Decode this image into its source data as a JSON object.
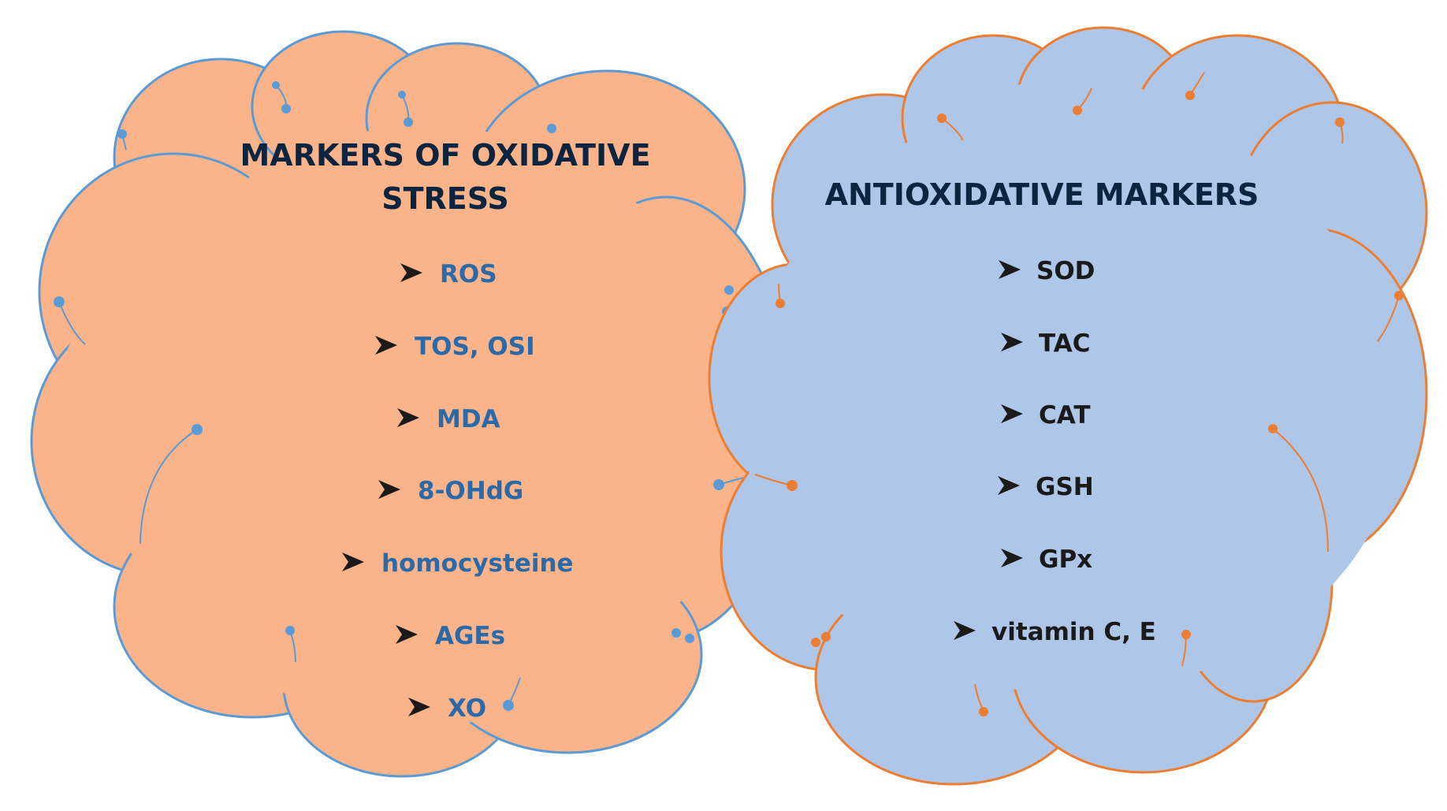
{
  "colors": {
    "left_fill": "#fbb38a",
    "left_outline": "#5b9bd5",
    "right_fill": "#aec6e8",
    "right_outline": "#ed7d31",
    "title_text": "#0b2440",
    "left_item_text": "#2a6aa8",
    "right_item_text": "#1a1a1a"
  },
  "left_cloud": {
    "title_line1": "MARKERS OF OXIDATIVE",
    "title_line2": "STRESS",
    "items": [
      "ROS",
      "TOS, OSI",
      "MDA",
      "8-OHdG",
      "homocysteine",
      "AGEs",
      "XO"
    ]
  },
  "right_cloud": {
    "title": "ANTIOXIDATIVE MARKERS",
    "items": [
      "SOD",
      "TAC",
      "CAT",
      "GSH",
      "GPx",
      "vitamin C, E"
    ]
  },
  "bullet_icon": "arrowhead-bullet-icon"
}
